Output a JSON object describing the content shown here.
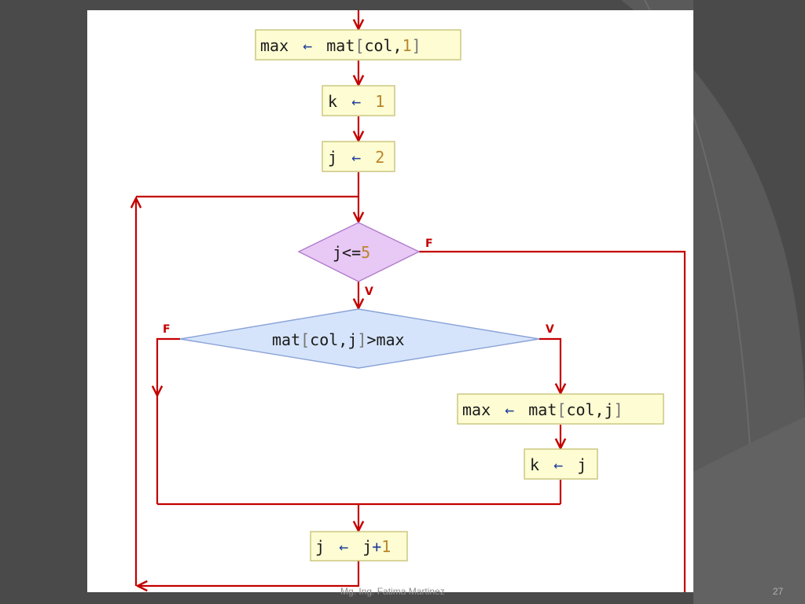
{
  "diagram": {
    "assign_max_init": {
      "target": "max",
      "arrow": "←",
      "fn": "mat",
      "open": "[",
      "args": "col,",
      "arg_num": "1",
      "close": "]"
    },
    "assign_k_init": {
      "target": "k",
      "arrow": "←",
      "value": "1"
    },
    "assign_j_init": {
      "target": "j",
      "arrow": "←",
      "value": "2"
    },
    "loop_condition": {
      "left": "j<=",
      "right": "5"
    },
    "inner_condition": {
      "fn": "mat",
      "open": "[",
      "args": "col,j",
      "close": "]",
      "rest": ">max"
    },
    "assign_max_update": {
      "target": "max",
      "arrow": "←",
      "fn": "mat",
      "open": "[",
      "args": "col,j",
      "close": "]"
    },
    "assign_k_update": {
      "target": "k",
      "arrow": "←",
      "value": "j"
    },
    "increment_j": {
      "target": "j",
      "arrow": "←",
      "lhs": "j",
      "plus": "+",
      "num": "1"
    },
    "labels": {
      "loop_false": "F",
      "loop_true": "V",
      "inner_false": "F",
      "inner_true": "V"
    }
  },
  "footer": {
    "author": "Mg. Ing. Fatima Martinez",
    "page": "27"
  },
  "colors": {
    "flow_line": "#c40000",
    "process_fill": "#fdfcd2",
    "process_border": "#c9c47a",
    "decision_loop_fill": "#e8c8f4",
    "decision_loop_border": "#b07acc",
    "decision_inner_fill": "#d5e4fa",
    "decision_inner_border": "#8aa2d8",
    "background": "#4a4a4a",
    "slide": "#ffffff"
  }
}
